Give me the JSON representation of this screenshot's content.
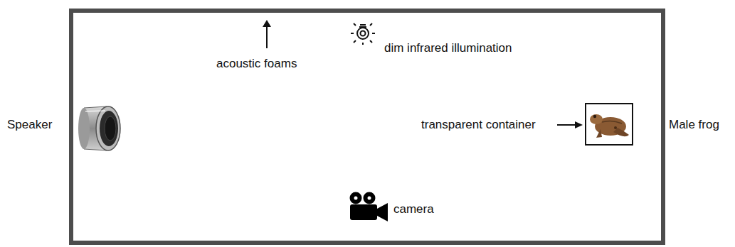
{
  "diagram": {
    "labels": [
      "Speaker",
      "acoustic foams",
      "dim infrared illumination",
      "transparent container",
      "Male frog",
      "camera"
    ]
  }
}
